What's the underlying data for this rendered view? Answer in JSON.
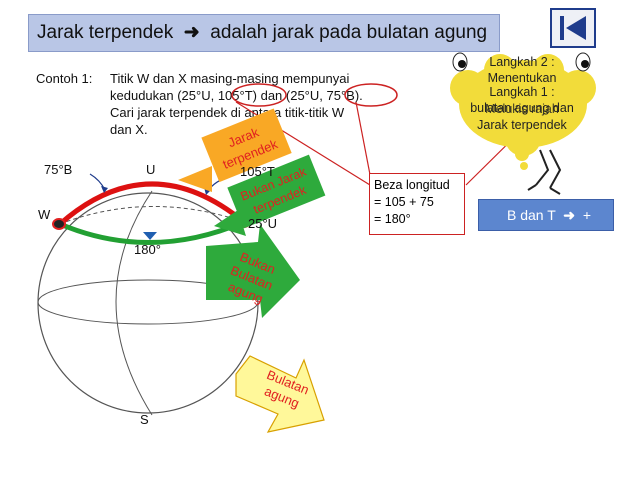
{
  "header": {
    "title_left": "Jarak terpendek",
    "arrow_icon": "right-arrow-icon",
    "title_right": "adalah jarak pada bulatan agung",
    "nav_icon": "skip-back-icon"
  },
  "example": {
    "label": "Contoh 1:",
    "lines": [
      "Titik W dan X masing-masing mempunyai",
      "kedudukan (25°U, 105°T) dan (25°U, 75°B).",
      "Cari jarak terpendek di antara titik-titik W",
      "dan X."
    ]
  },
  "diagram": {
    "label_75b": "75°B",
    "label_u": "U",
    "label_105t": "105°T",
    "label_w": "W",
    "label_25u": "25°U",
    "label_180": "180°",
    "label_s": "S"
  },
  "callouts": {
    "jarak_terpendek": [
      "Jarak",
      "terpendek"
    ],
    "bukan_jarak_terpendek": [
      "Bukan Jarak",
      "terpendek"
    ],
    "bukan_bulatan_agung": [
      "Bukan",
      "Bulatan",
      "agung"
    ],
    "bulatan_agung": [
      "Bulatan",
      "agung"
    ]
  },
  "beza_longitud": {
    "title": "Beza longitud",
    "line1": "= 105 + 75",
    "line2": "= 180°"
  },
  "steps": {
    "langkah2": [
      "Langkah 2 :",
      "Menentukan",
      "bulatan agung dan",
      "Jarak terpendek"
    ],
    "langkah1": [
      "Langkah 1 :",
      "Melukis rajah"
    ]
  },
  "bt_button": {
    "label": "B dan T",
    "arrow_icon": "right-arrow-icon",
    "suffix": "+"
  },
  "colors": {
    "title_bar": "#b9c6e6",
    "nav_border": "#1f3c8c",
    "red_arc": "#dd1111",
    "green_arc": "#22a033",
    "callout_orange": "#f9a825",
    "callout_green": "#2eaa3c",
    "callout_yellow": "#fff89a",
    "callout_text_red": "#e02020",
    "thought_cloud": "#f2dc3a",
    "bt_button": "#5c86cf"
  }
}
